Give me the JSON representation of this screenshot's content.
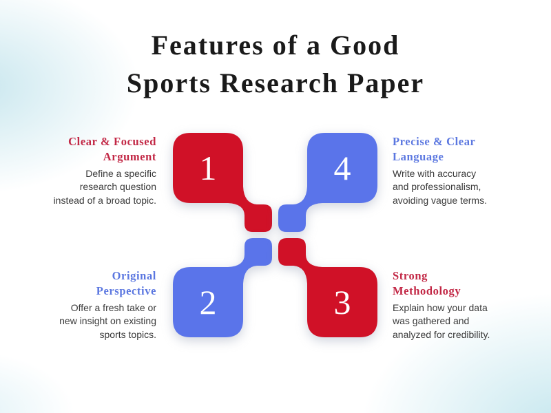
{
  "title": "Features of a Good\nSports Research Paper",
  "colors": {
    "square_red": "#d01127",
    "square_blue": "#5a74ea",
    "heading_red": "#c22745",
    "heading_blue": "#5b77e0",
    "body_text": "#3a3a3a",
    "title_text": "#1a1a1a",
    "number_text": "#ffffff",
    "background_tint": "#cfe9ef"
  },
  "items": [
    {
      "number": "1",
      "position": "top-left",
      "color": "red",
      "heading": "Clear & Focused\nArgument",
      "description": "Define a specific\nresearch question\ninstead of a broad topic."
    },
    {
      "number": "2",
      "position": "bottom-left",
      "color": "blue",
      "heading": "Original\nPerspective",
      "description": "Offer a fresh take or\nnew insight on existing\nsports topics."
    },
    {
      "number": "3",
      "position": "bottom-right",
      "color": "red",
      "heading": "Strong\nMethodology",
      "description": "Explain how your data\nwas gathered and\nanalyzed for credibility."
    },
    {
      "number": "4",
      "position": "top-right",
      "color": "blue",
      "heading": "Precise & Clear\nLanguage",
      "description": "Write with accuracy\nand professionalism,\navoiding vague terms."
    }
  ]
}
